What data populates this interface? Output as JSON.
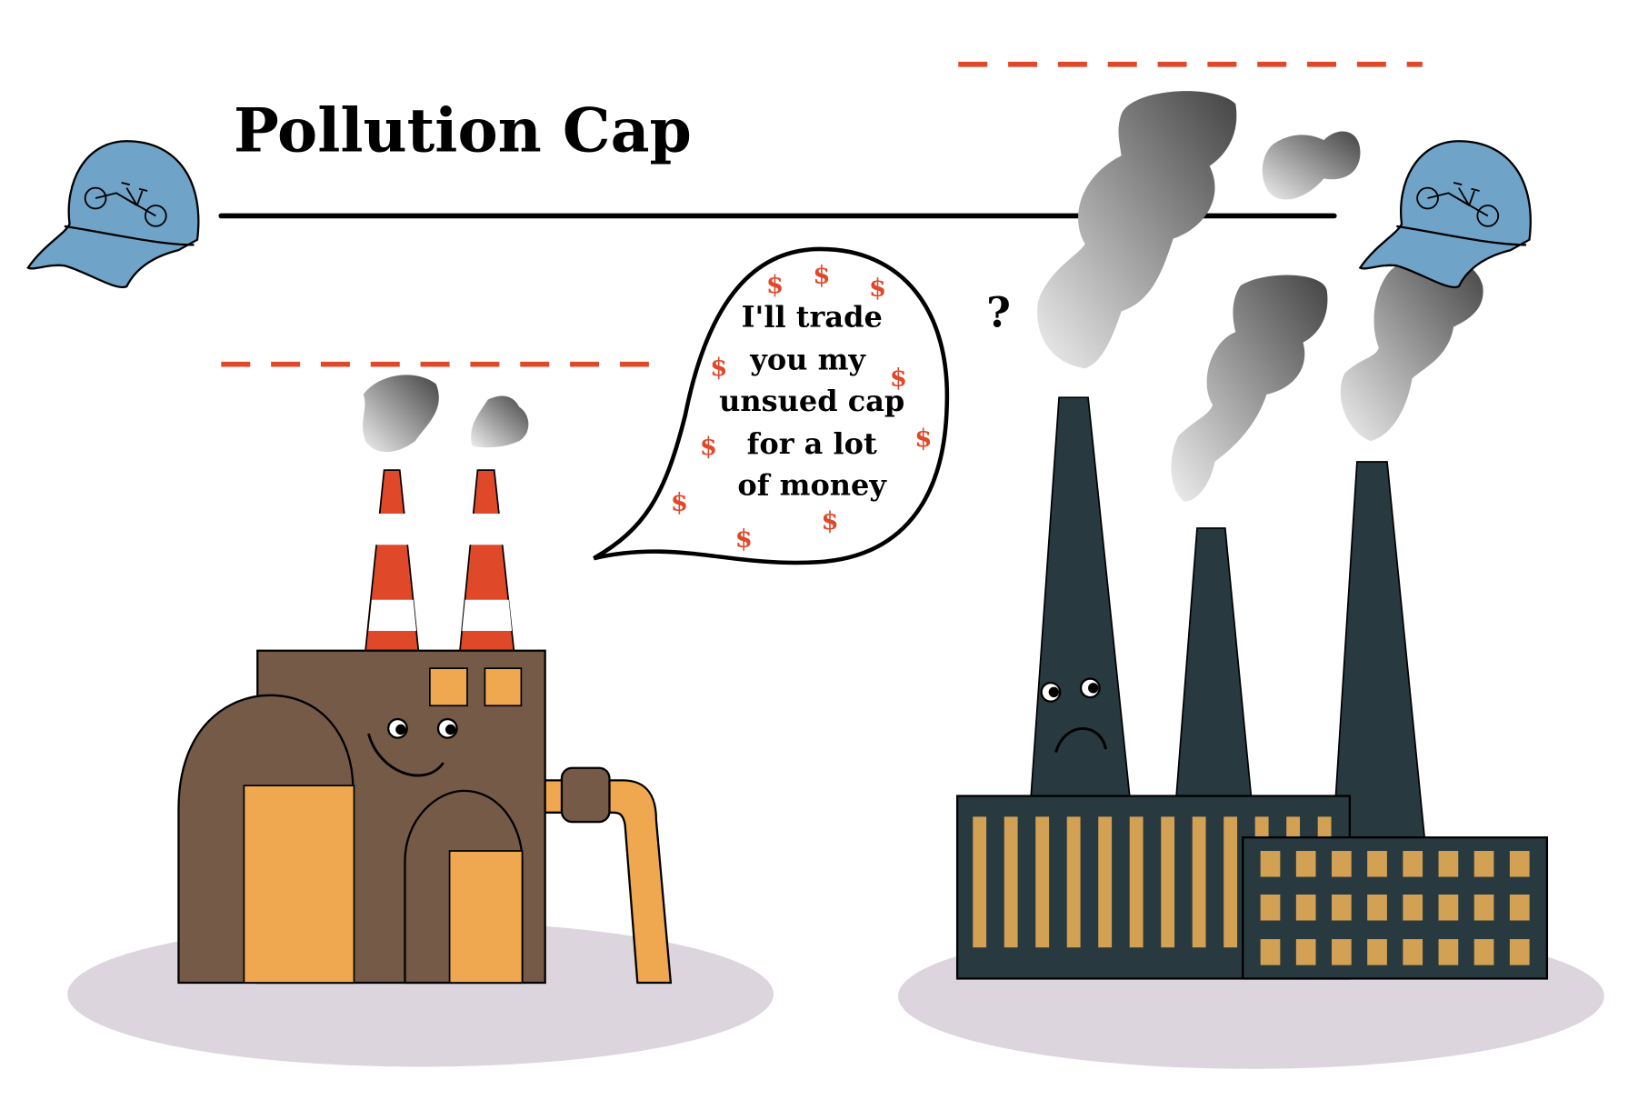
{
  "title": "Pollution Cap",
  "speech": {
    "lines": [
      "I'll trade",
      "you my",
      "unsued cap",
      "for a lot",
      "of money"
    ],
    "symbol": "$"
  },
  "question_mark": "?",
  "colors": {
    "cap_limit_dash": "#e0482a",
    "cap_hat": "#6fa3c8",
    "clean_factory": "#765a48",
    "clean_factory_accent": "#f0a850",
    "dirty_factory": "#28393f",
    "dirty_factory_windows": "#d3a154",
    "ground": "#ddd5de"
  }
}
